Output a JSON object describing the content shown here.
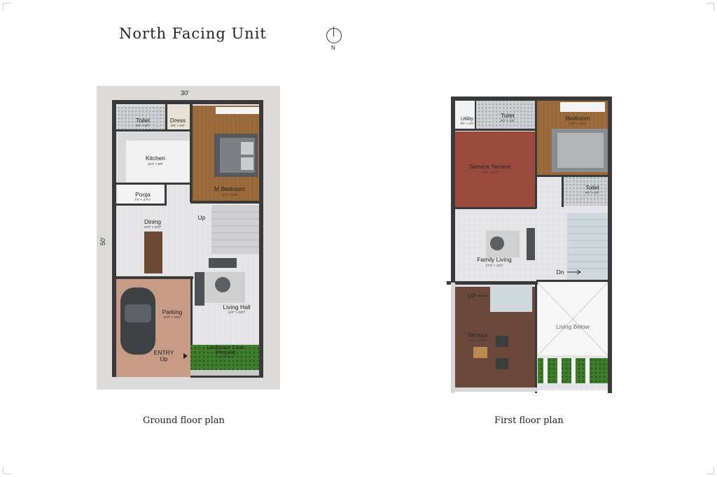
{
  "page": {
    "title": "North Facing Unit",
    "compass_label": "N"
  },
  "ground_floor": {
    "caption": "Ground floor plan",
    "width_label": "30'",
    "depth_label": "50'",
    "rooms": {
      "toilet": {
        "label": "Toilet",
        "dim": "6'0\" × 6'0\""
      },
      "dress": {
        "label": "Dress",
        "dim": "5'6\" × 6'0\""
      },
      "kitchen": {
        "label": "Kitchen",
        "dim": "11'0\" × 8'0\""
      },
      "m_bedroom": {
        "label": "M.Bedroom",
        "dim": "11'0\" × 15'5\""
      },
      "pooja": {
        "label": "Pooja",
        "dim": "7'6\" × 3'7½\""
      },
      "dining": {
        "label": "Dining",
        "dim": "11'9\" × 11'0\""
      },
      "up": {
        "label": "Up"
      },
      "parking": {
        "label": "Parking",
        "dim": "11'0\" × 10'6\""
      },
      "living_hall": {
        "label": "Living Hall",
        "dim": "11'0\" × 22'0\""
      },
      "entry": {
        "label": "ENTRY",
        "sub": "Up"
      },
      "landscape": {
        "label": "Landscape Court",
        "sub": "(Pergola)",
        "dim": "11'0\" × 6'0\""
      }
    }
  },
  "first_floor": {
    "caption": "First floor plan",
    "rooms": {
      "utility": {
        "label": "Utility",
        "dim": "3'6\" × 4'0\""
      },
      "toilet1": {
        "label": "Toilet",
        "dim": "8'0\" × 4'0\""
      },
      "bedroom": {
        "label": "Bedroom",
        "dim": "11'0\" × 14'0\""
      },
      "service_terrace": {
        "label": "Service Terrace",
        "dim": "11'0\" × 11'0\""
      },
      "toilet2": {
        "label": "Toilet",
        "dim": "6'0\" × 6'0\""
      },
      "family_living": {
        "label": "Family Living",
        "dim": "17'0\" × 11'0\""
      },
      "dn": {
        "label": "Dn"
      },
      "up": {
        "label": "UP"
      },
      "terrace": {
        "label": "Terrace",
        "dim": "11'0\" × 10'0\""
      },
      "living_below": {
        "label": "Living Below"
      }
    }
  },
  "colors": {
    "wall": "#3a3a3a",
    "wood_floor": "#9a6a3a",
    "terrace_red": "#9b4a3e",
    "parking_floor": "#c89c86",
    "tile": "#e4e4e6",
    "lawn": "#3e7f2e",
    "deck": "#6b4a3c"
  }
}
